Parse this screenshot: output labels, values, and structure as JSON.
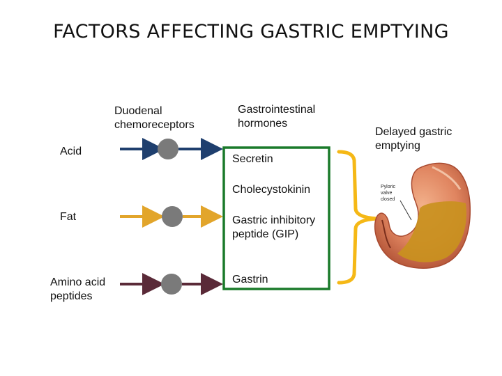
{
  "title": "FACTORS AFFECTING GASTRIC EMPTYING",
  "receptors_label": [
    "Duodenal",
    "chemoreceptors"
  ],
  "hormones_label": [
    "Gastrointestinal",
    "hormones"
  ],
  "stimuli": [
    {
      "name": "Acid",
      "arrow_color": "#1f3f6e"
    },
    {
      "name": "Fat",
      "arrow_color": "#e2a52b"
    },
    {
      "name": [
        "Amino acid",
        "peptides"
      ],
      "arrow_color": "#5a2a38"
    }
  ],
  "hormones": [
    "Secretin",
    "Cholecystokinin",
    [
      "Gastric inhibitory",
      "peptide (GIP)"
    ],
    "Gastrin"
  ],
  "outcome": [
    "Delayed gastric",
    "emptying"
  ],
  "stomach_labels": [
    "Pyloric",
    "valve",
    "closed"
  ],
  "colors": {
    "receptor_circle": "#7a7a7a",
    "hormone_box": "#1a7a2a",
    "bracket": "#f5b816"
  }
}
